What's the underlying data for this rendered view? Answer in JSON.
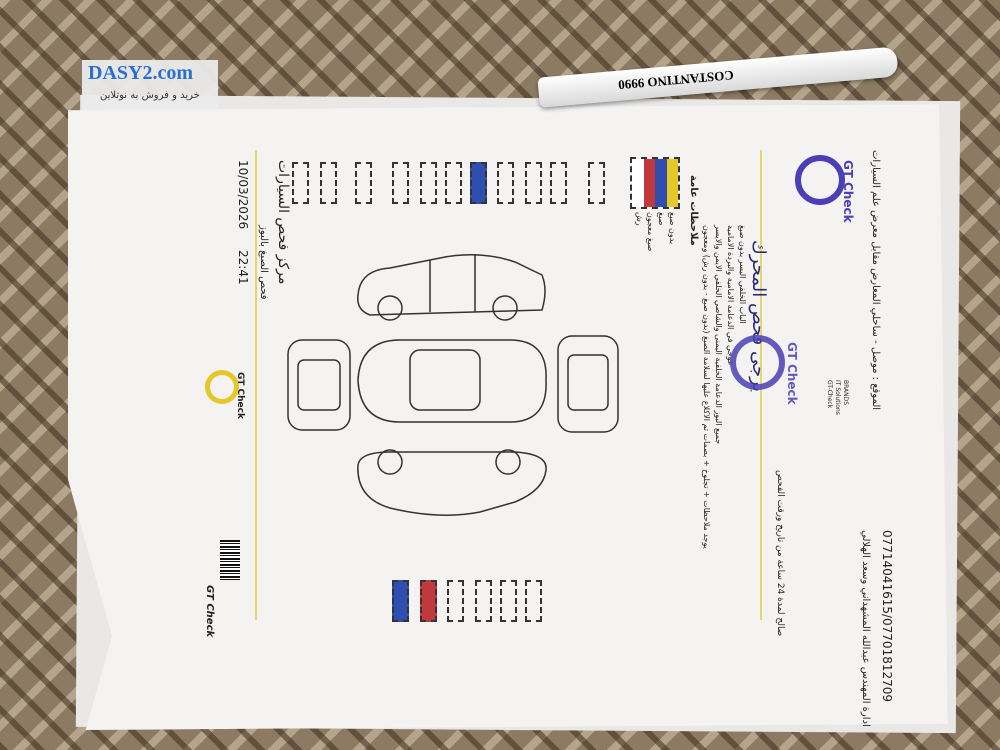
{
  "watermark": {
    "brand": "DASY2.com",
    "tagline": "خرید و فروش به نوتلاین"
  },
  "pen": {
    "label": "COSTANTINO 9990"
  },
  "document": {
    "title": "مركز فحص السيارات",
    "date": "10/03/2026",
    "time": "22:41",
    "subtitle": "فحص الصبغ بالبوز",
    "logo": "GT Check",
    "barcode_label": "GT Check",
    "legend": {
      "colors": [
        "#ffffff",
        "#c0393d",
        "#2f4fb0",
        "#e6c72a"
      ],
      "labels": [
        "بدون صبغ",
        "صبغ",
        "صبغ معجون",
        "رش"
      ]
    },
    "notes_title": "ملاحظات عامة",
    "notes": [
      "يوجد ملاحظات + تجلوخ + بصمات تم الاكلاع عليها لسلامة الصبغ (بدون صبغ - بدون رش) ومعجون",
      "جميع البوز الدعامة الخلفية اليمنى والشاصي الخلفي الايمن والايسر",
      "عوجي في الدعامة الامامية والبردة الامامية",
      "الباب الخلفي اليسر بدون صبغ"
    ],
    "validity": "صالح لمدة 24 ساعة من تاريخ ورقت الفحص",
    "handwritten": "يرجى فحص المحرك",
    "stamp": "GT Check",
    "brands": [
      "BRANDS",
      "IT Solutions",
      "GT-Check"
    ],
    "location": "الموقع : موصل - ساحلي المعارض مقابل معرض علم السيارات",
    "management": "ادارة المهندس عبدالله المشهداني وسعد الهلالي",
    "phones": "07714041615/07701812709",
    "top_boxes": [
      "empty",
      "empty",
      "empty",
      "empty",
      "empty",
      "empty",
      "blue",
      "empty",
      "empty",
      "empty",
      "empty"
    ],
    "bottom_boxes": [
      "blue",
      "red",
      "empty",
      "empty",
      "empty",
      "empty"
    ]
  }
}
